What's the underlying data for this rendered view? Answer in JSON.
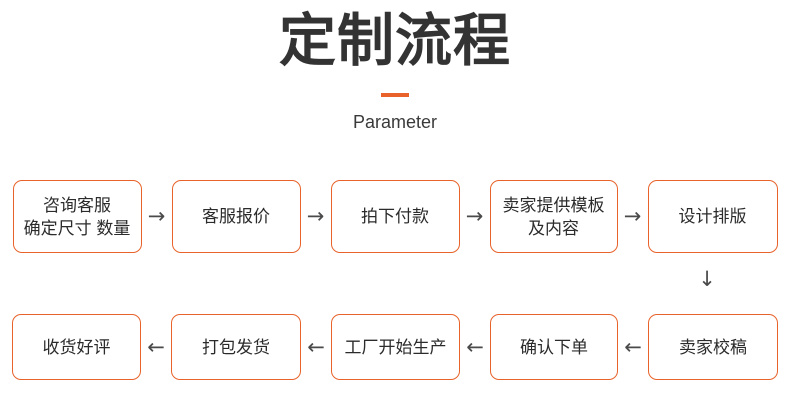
{
  "header": {
    "title": "定制流程",
    "subtitle": "Parameter",
    "divider_color": "#E8622A"
  },
  "theme": {
    "accent": "#E8622A",
    "text": "#2b2b2b",
    "title_color": "#333333",
    "arrow_color": "#4a4a4a",
    "background": "#ffffff"
  },
  "flow": {
    "row1": {
      "direction": "left-to-right",
      "arrow_glyph": "→",
      "nodes": [
        {
          "label": "咨询客服\n确定尺寸 数量"
        },
        {
          "label": "客服报价"
        },
        {
          "label": "拍下付款"
        },
        {
          "label": "卖家提供模板\n及内容"
        },
        {
          "label": "设计排版"
        }
      ]
    },
    "connector": {
      "glyph": "↓",
      "from": "设计排版",
      "to": "卖家校稿"
    },
    "row2": {
      "direction": "right-to-left",
      "arrow_glyph": "←",
      "nodes": [
        {
          "label": "收货好评"
        },
        {
          "label": "打包发货"
        },
        {
          "label": "工厂开始生产"
        },
        {
          "label": "确认下单"
        },
        {
          "label": "卖家校稿"
        }
      ]
    }
  }
}
